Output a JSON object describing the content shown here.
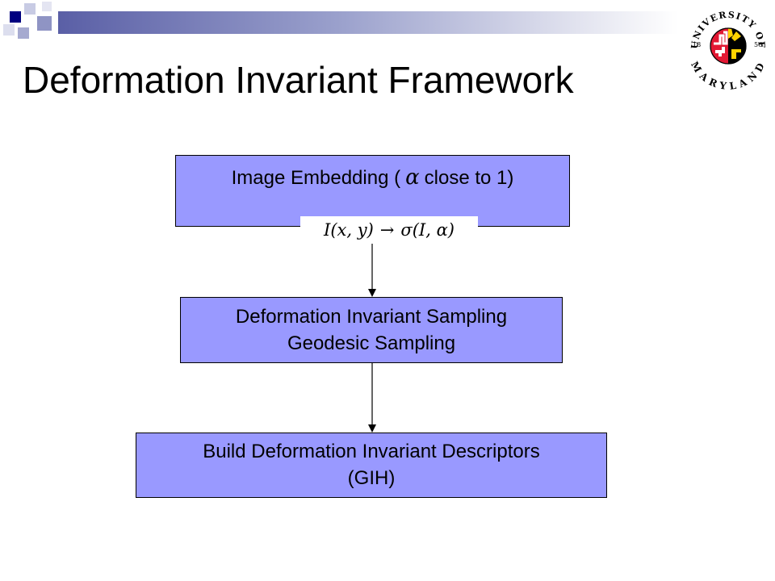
{
  "title": "Deformation Invariant Framework",
  "boxes": {
    "embedding": {
      "text_before": "Image Embedding (",
      "alpha_symbol": "α",
      "text_after": "close to 1)"
    },
    "sampling": {
      "line1": "Deformation Invariant Sampling",
      "line2": "Geodesic Sampling"
    },
    "descriptors": {
      "line1": "Build Deformation Invariant Descriptors",
      "line2": "(GIH)"
    }
  },
  "formula": {
    "left": "I(x, y)",
    "arrow": "→",
    "right": "σ(I, α)"
  },
  "logo": {
    "top_text": "UNIVERSITY OF",
    "bottom_text": "MARYLAND",
    "year_left": "18",
    "year_right": "56"
  },
  "colors": {
    "box_fill": "#9999ff",
    "accent": "#000080",
    "bar_start": "#5a5fa6"
  }
}
